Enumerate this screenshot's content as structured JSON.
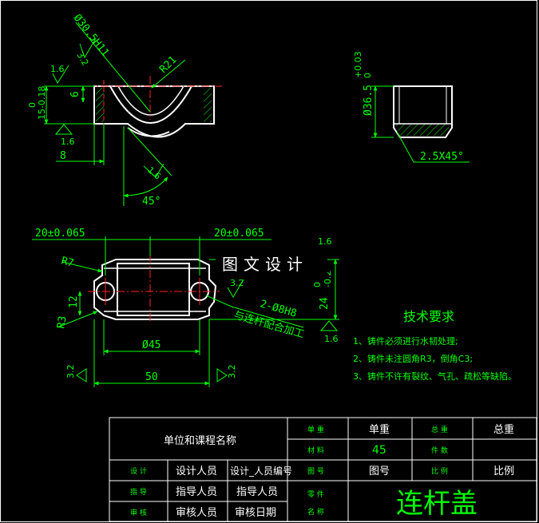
{
  "top_view": {
    "bore_dim": "Ø30.5H11",
    "radius_dim": "R21",
    "depth_dim": "6",
    "height_dim_top": "0",
    "height_dim_main": "15-0.18",
    "width_dim": "8",
    "roughness_top": "1.6",
    "roughness_bottom": "1.6",
    "roughness_angle": "1.6",
    "roughness_side": "3.2",
    "angle_dim": "45°"
  },
  "side_view": {
    "dia_dim": "Ø36.5",
    "dia_tol_upper": "+0.03",
    "dia_tol_lower": "0",
    "chamfer_dim": "2.5X45°"
  },
  "front_view": {
    "left_dim": "20±0.065",
    "right_dim": "20±0.065",
    "radius_r7": "R7",
    "radius_r3": "R3",
    "left_height": "12",
    "center_width": "Ø45",
    "total_width": "50",
    "height_dim_main": "24",
    "height_tol_upper": "0",
    "height_tol_lower": "-0.2",
    "hole_note": "2-Ø8H8",
    "hole_note_2": "与连杆配合加工",
    "roughness_hole": "3.2",
    "roughness_right": "1.6",
    "roughness_top": "1.6",
    "roughness_left_bottom": "3.2",
    "roughness_right_bottom": "3.2"
  },
  "watermark": "图文设计",
  "tech_req": {
    "title": "技术要求",
    "items": [
      "1、铸件必须进行水韧处理;",
      "2、铸件未注圆角R3，倒角C3;",
      "3、铸件不许有裂纹、气孔、疏松等缺陷。"
    ]
  },
  "title_block": {
    "org": "单位和课程名称",
    "unit_weight_label": "单 重",
    "unit_weight_value": "单重",
    "total_weight_label": "总 重",
    "total_weight_value": "总重",
    "material_label": "材 料",
    "material_value": "45",
    "count_label": "件 数",
    "drawing_no_label": "图 号",
    "drawing_no_value": "图号",
    "scale_label": "比 例",
    "scale_value": "比例",
    "design_label": "设 计",
    "designer": "设计人员",
    "designer_id": "设计_人员编号",
    "guide_label": "指 导",
    "guide_1": "指导人员",
    "guide_2": "指导人员",
    "review_label": "审 核",
    "reviewer": "审核人员",
    "review_date": "审核日期",
    "part_label_1": "零 件",
    "part_label_2": "名 称",
    "part_name": "连杆盖"
  }
}
